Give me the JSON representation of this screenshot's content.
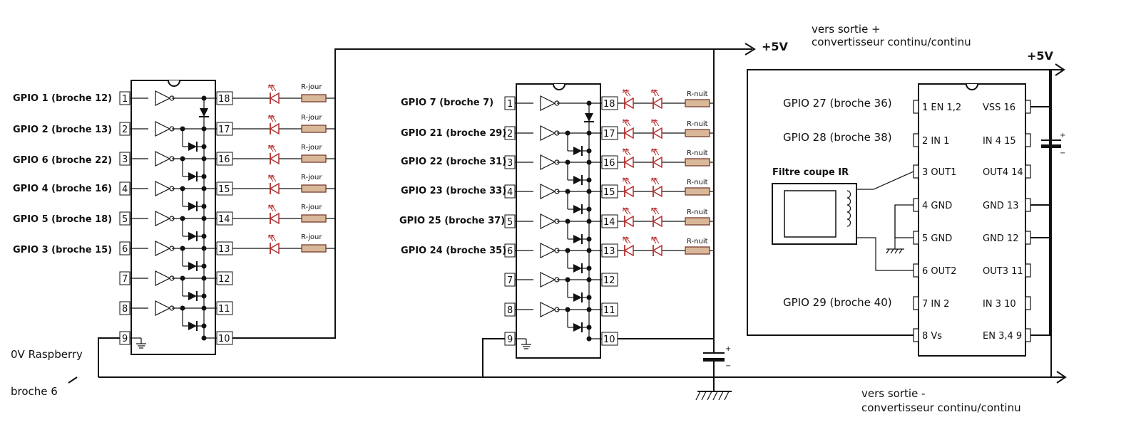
{
  "power": {
    "plus5v_a": "+5V",
    "plus5v_b": "+5V",
    "to_plus_1": "vers sortie +",
    "to_plus_2": "convertisseur continu/continu",
    "to_minus_1": "vers sortie -",
    "to_minus_2": "convertisseur continu/continu",
    "gnd_1": "0V Raspberry",
    "gnd_2": "broche 6"
  },
  "driver_day": {
    "inputs": [
      "GPIO 1 (broche 12)",
      "GPIO 2 (broche 13)",
      "GPIO 6 (broche 22)",
      "GPIO 4 (broche 16)",
      "GPIO 5 (broche 18)",
      "GPIO 3 (broche 15)"
    ],
    "resistor_label": "R-jour"
  },
  "driver_night": {
    "inputs": [
      "GPIO 7 (broche 7)",
      "GPIO 21 (broche 29)",
      "GPIO 22 (broche 31)",
      "GPIO 23 (broche 33)",
      "GPIO 25 (broche 37)",
      "GPIO 24 (broche 35)"
    ],
    "resistor_label": "R-nuit"
  },
  "ic_pins": {
    "left": [
      "1",
      "2",
      "3",
      "4",
      "5",
      "6",
      "7",
      "8",
      "9"
    ],
    "right": [
      "18",
      "17",
      "16",
      "15",
      "14",
      "13",
      "12",
      "11",
      "10"
    ]
  },
  "bridge": {
    "gpio_labels": [
      "GPIO 27 (broche 36)",
      "GPIO 28 (broche 38)",
      "GPIO 29 (broche 40)"
    ],
    "ir_filter": "Filtre coupe IR",
    "left_pins": [
      "1 EN 1,2",
      "2 IN 1",
      "3 OUT1",
      "4 GND",
      "5 GND",
      "6 OUT2",
      "7 IN 2",
      "8 Vs"
    ],
    "right_pins": [
      "VSS 16",
      "IN 4 15",
      "OUT4 14",
      "GND 13",
      "GND 12",
      "OUT3 11",
      "IN 3 10",
      "EN 3,4 9"
    ]
  }
}
